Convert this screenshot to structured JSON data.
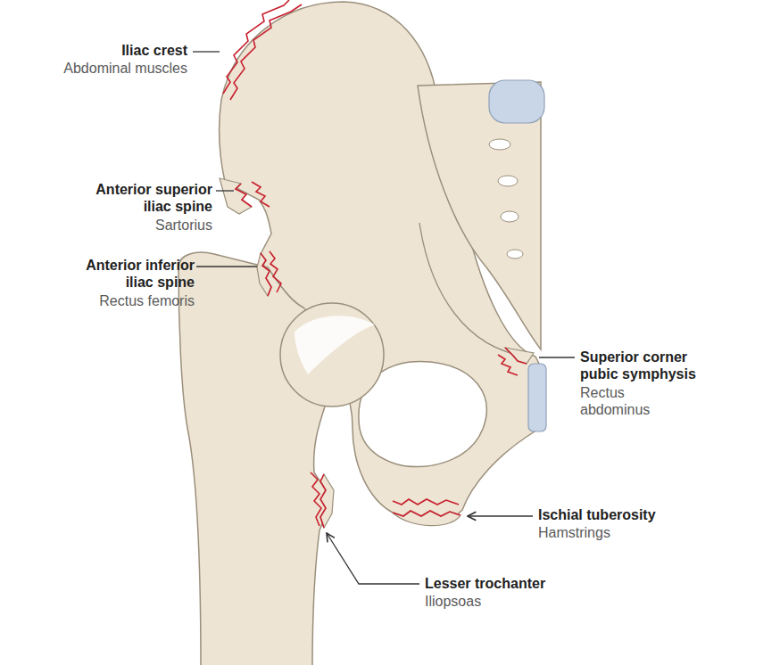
{
  "diagram": {
    "labels": [
      "Iliac crest",
      "Abdominal muscles",
      "Anterior superior iliac spine",
      "Sartorius",
      "Anterior inferior iliac spine",
      "Rectus femoris",
      "Superior corner pubic symphysis",
      "Rectus abdominus",
      "Ischial tuberosity",
      "Hamstrings",
      "Lesser trochanter",
      "Iliopsoas"
    ]
  }
}
